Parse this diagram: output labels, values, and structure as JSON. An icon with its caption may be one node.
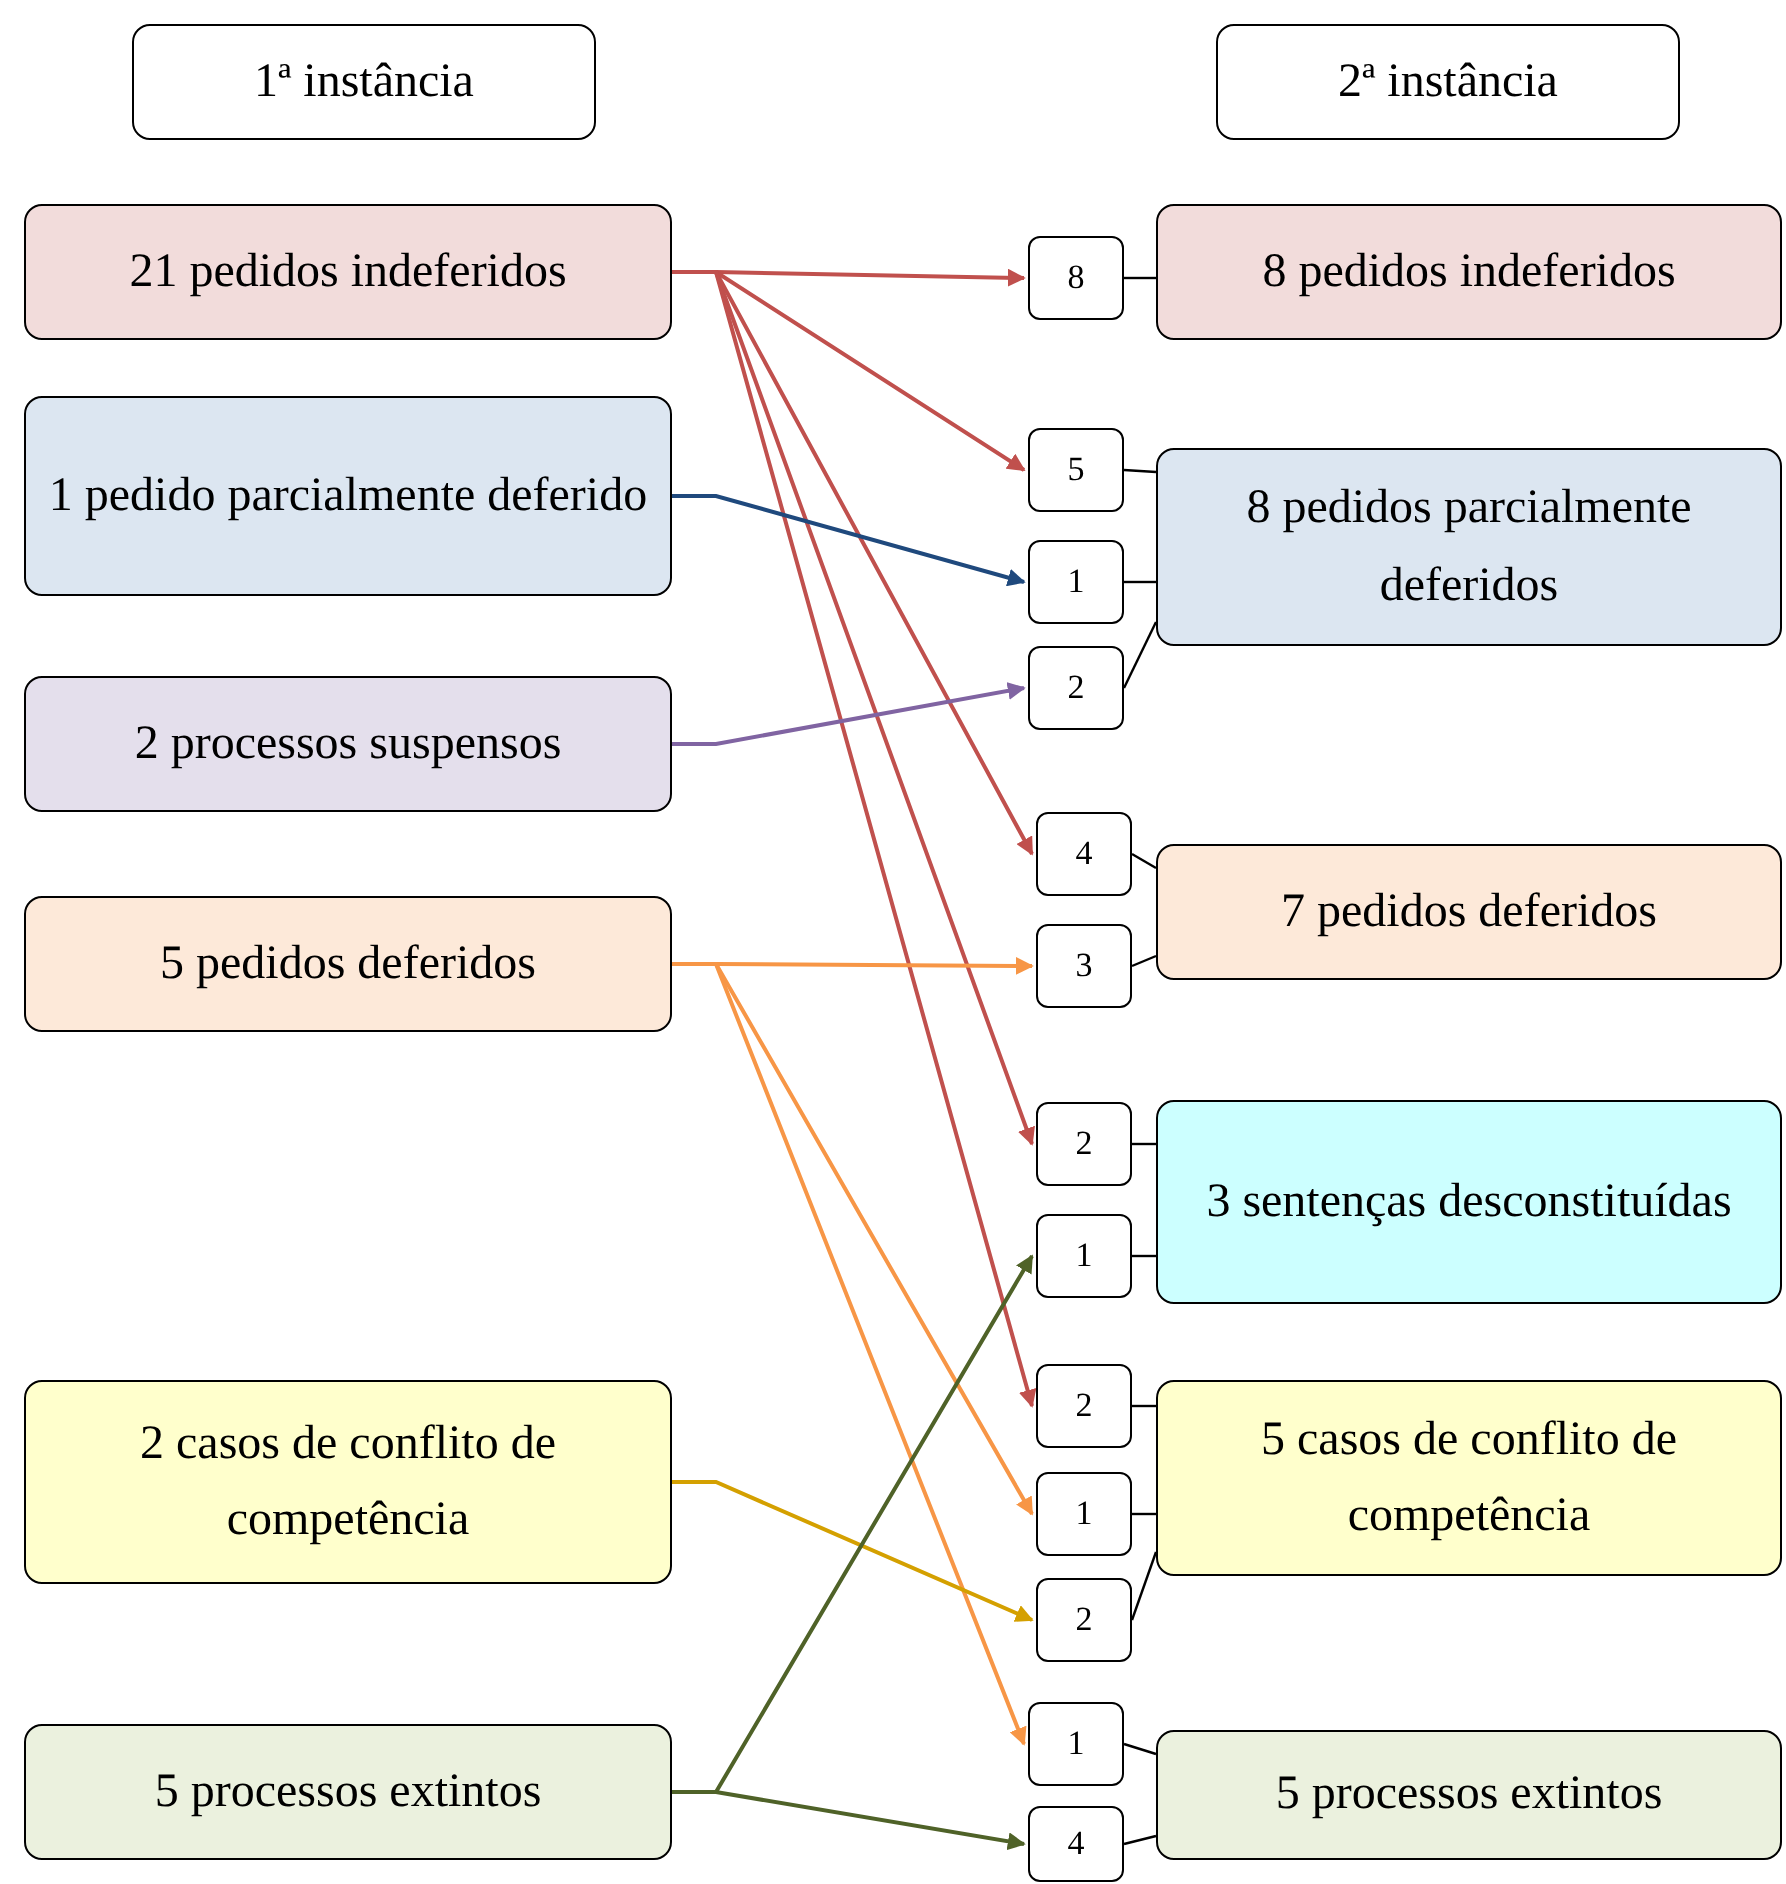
{
  "diagram": {
    "nodes": [
      {
        "text": [
          "1ª instância"
        ]
      },
      {
        "text": [
          "2ª instância"
        ]
      },
      {
        "text": [
          "21 pedidos indeferidos"
        ]
      },
      {
        "text": [
          "1 pedido parcialmente deferido"
        ]
      },
      {
        "text": [
          "2 processos suspensos"
        ]
      },
      {
        "text": [
          "5 pedidos deferidos"
        ]
      },
      {
        "text": [
          "2 casos de conflito de competência"
        ]
      },
      {
        "text": [
          "5 processos extintos"
        ]
      },
      {
        "text": [
          "8"
        ]
      },
      {
        "text": [
          "8 pedidos indeferidos"
        ]
      },
      {
        "text": [
          "5"
        ]
      },
      {
        "text": [
          "1"
        ]
      },
      {
        "text": [
          "2"
        ]
      },
      {
        "text": [
          "8 pedidos parcialmente deferidos"
        ]
      },
      {
        "text": [
          "4"
        ]
      },
      {
        "text": [
          "3"
        ]
      },
      {
        "text": [
          "7 pedidos deferidos"
        ]
      },
      {
        "text": [
          "2"
        ]
      },
      {
        "text": [
          "1"
        ]
      },
      {
        "text": [
          "3 sentenças desconstituídas"
        ]
      },
      {
        "text": [
          "2"
        ]
      },
      {
        "text": [
          "1"
        ]
      },
      {
        "text": [
          "2"
        ]
      },
      {
        "text": [
          "5 casos de conflito de competência"
        ]
      },
      {
        "text": [
          "1"
        ]
      },
      {
        "text": [
          "4"
        ]
      },
      {
        "text": [
          "5 processos extintos"
        ]
      }
    ],
    "edges": [
      {
        "from": 2,
        "to": 8,
        "arrow": "to",
        "color": "#c0504d"
      },
      {
        "from": 2,
        "to": 10,
        "arrow": "to",
        "color": "#c0504d"
      },
      {
        "from": 2,
        "to": 14,
        "arrow": "to",
        "color": "#c0504d"
      },
      {
        "from": 2,
        "to": 17,
        "arrow": "to",
        "color": "#c0504d"
      },
      {
        "from": 2,
        "to": 20,
        "arrow": "to",
        "color": "#c0504d"
      },
      {
        "from": 3,
        "to": 11,
        "arrow": "to",
        "color": "#1f497d"
      },
      {
        "from": 4,
        "to": 12,
        "arrow": "to",
        "color": "#8064a2"
      },
      {
        "from": 5,
        "to": 15,
        "arrow": "to",
        "color": "#f79646"
      },
      {
        "from": 5,
        "to": 21,
        "arrow": "to",
        "color": "#f79646"
      },
      {
        "from": 5,
        "to": 24,
        "arrow": "to",
        "color": "#f79646"
      },
      {
        "from": 6,
        "to": 22,
        "arrow": "to",
        "color": "#d4a000"
      },
      {
        "from": 7,
        "to": 18,
        "arrow": "to",
        "color": "#4f6228"
      },
      {
        "from": 7,
        "to": 25,
        "arrow": "to",
        "color": "#4f6228"
      },
      {
        "from": 8,
        "to": 9,
        "arrow": "none"
      },
      {
        "from": 10,
        "to": 13,
        "arrow": "none"
      },
      {
        "from": 11,
        "to": 13,
        "arrow": "none"
      },
      {
        "from": 12,
        "to": 13,
        "arrow": "none"
      },
      {
        "from": 14,
        "to": 16,
        "arrow": "none"
      },
      {
        "from": 15,
        "to": 16,
        "arrow": "none"
      },
      {
        "from": 17,
        "to": 19,
        "arrow": "none"
      },
      {
        "from": 18,
        "to": 19,
        "arrow": "none"
      },
      {
        "from": 20,
        "to": 23,
        "arrow": "none"
      },
      {
        "from": 21,
        "to": 23,
        "arrow": "none"
      },
      {
        "from": 22,
        "to": 23,
        "arrow": "none"
      },
      {
        "from": 24,
        "to": 26,
        "arrow": "none"
      },
      {
        "from": 25,
        "to": 26,
        "arrow": "none"
      }
    ]
  }
}
